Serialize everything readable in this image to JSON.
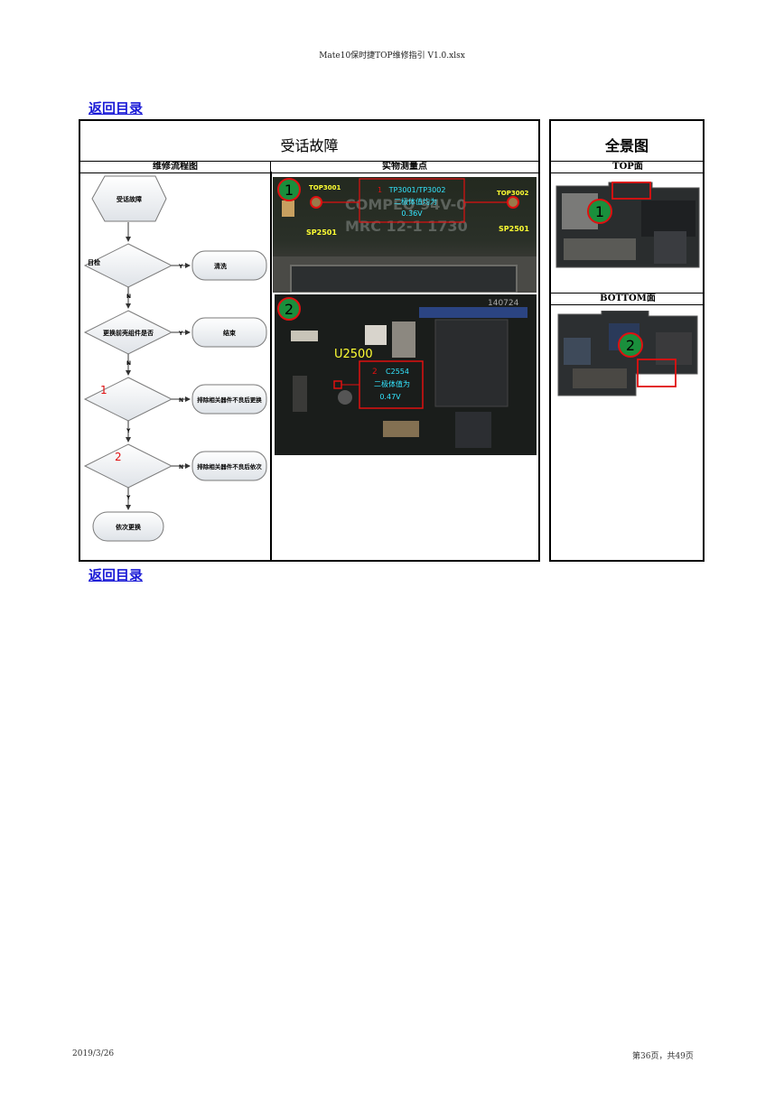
{
  "header": {
    "file_title": "Mate10保时捷TOP维修指引 V1.0.xlsx"
  },
  "nav": {
    "back_top": "返回目录",
    "back_bottom": "返回目录"
  },
  "table": {
    "main_title": "受话故障",
    "overview_title": "全景图",
    "col_flow": "维修流程图",
    "col_points": "实物测量点",
    "col_top": "TOP面",
    "col_bottom": "BOTTOM面"
  },
  "flow": {
    "start": "受话故障",
    "d1": "目检",
    "d1_yes": "清洗",
    "d2": "更换前壳组件是否",
    "d2_yes": "结束",
    "d3_num": "1",
    "d3_yes": "排除相关器件不良后更换",
    "d4_num": "2",
    "d4_yes": "排除相关器件不良后依次",
    "end": "依次更换",
    "y": "Y",
    "n": "N"
  },
  "photo1": {
    "badge": "1",
    "left_label": "TOP3001",
    "right_label": "TOP3002",
    "left_sp": "SP2501",
    "right_sp": "SP2501",
    "note_num": "1",
    "note_l1": "TP3001/TP3002",
    "note_l2": "二极体值均为",
    "note_l3": "0.36V",
    "board_text1": "COMPEQ 94V-0",
    "board_text2": "MRC 12-1 1730"
  },
  "photo2": {
    "badge": "2",
    "chip_label": "U2500",
    "note_num": "2",
    "note_l1": "C2554",
    "note_l2": "二极体值为",
    "note_l3": "0.47V",
    "board_text": "140724"
  },
  "overview": {
    "top_badge": "1",
    "bottom_badge": "2"
  },
  "footer": {
    "date": "2019/3/26",
    "page": "第36页，共49页"
  },
  "colors": {
    "link": "#1a1ad6",
    "badge_green": "#1a8f3c",
    "highlight_red": "#e01010",
    "label_yellow": "#ffff33",
    "label_cyan": "#33e6ff"
  }
}
